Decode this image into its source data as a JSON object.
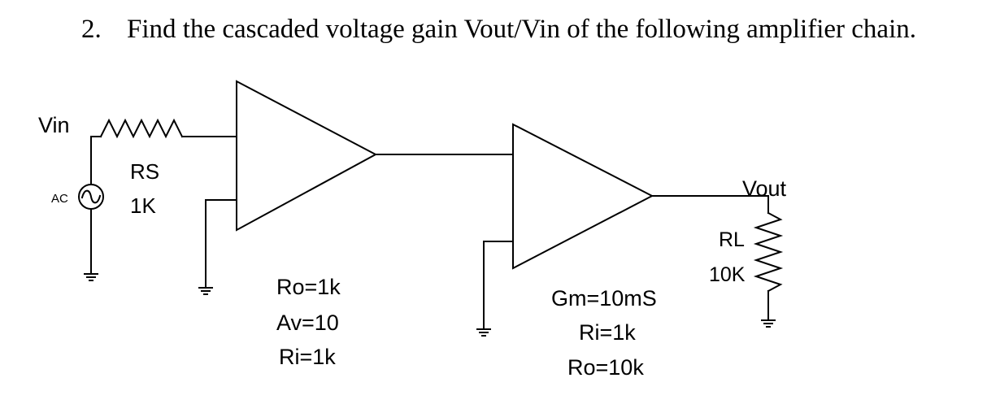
{
  "question": {
    "number": "2.",
    "text": "Find the cascaded voltage gain Vout/Vin of the following amplifier chain."
  },
  "circuit": {
    "vin_label": "Vin",
    "vout_label": "Vout",
    "source_label": "AC",
    "rs_name": "RS",
    "rs_value": "1K",
    "rl_name": "RL",
    "rl_value": "10K",
    "stage1": {
      "ro": "Ro=1k",
      "av": "Av=10",
      "ri": "Ri=1k"
    },
    "stage2": {
      "gm": "Gm=10mS",
      "ri": "Ri=1k",
      "ro": "Ro=10k"
    }
  }
}
